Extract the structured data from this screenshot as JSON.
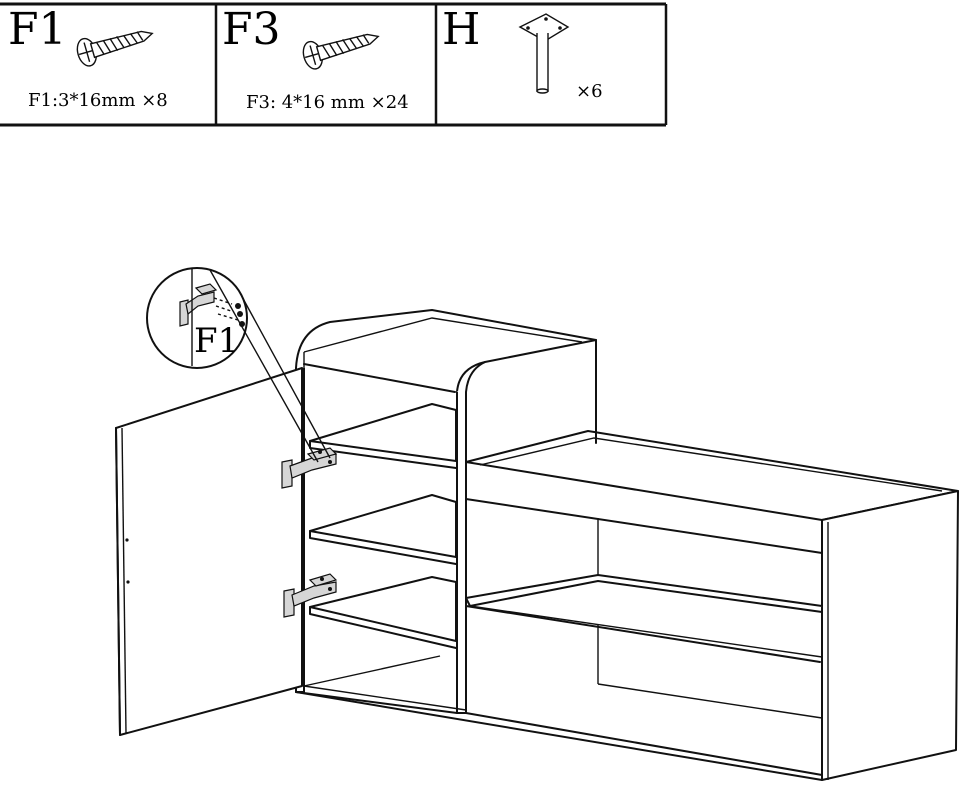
{
  "parts": [
    {
      "id": "F1",
      "label": "F1",
      "spec": "F1:3*16mm ×8",
      "icon": "screw-icon"
    },
    {
      "id": "F3",
      "label": "F3",
      "spec": "F3: 4*16 mm ×24",
      "icon": "screw-icon"
    },
    {
      "id": "H",
      "label": "H",
      "spec": "×6",
      "icon": "leg-bracket-icon"
    }
  ],
  "callout": {
    "label": "F1"
  }
}
